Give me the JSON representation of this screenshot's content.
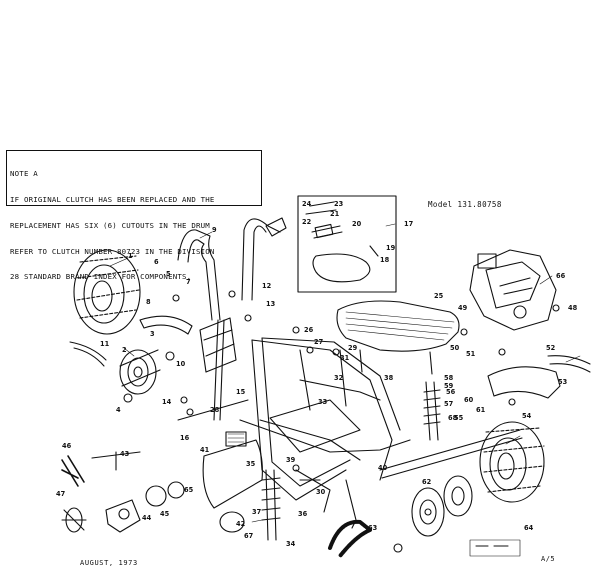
{
  "note": {
    "lines": [
      "NOTE A",
      "IF ORIGINAL CLUTCH HAS BEEN REPLACED AND THE",
      "REPLACEMENT HAS SIX (6) CUTOUTS IN THE DRUM",
      "REFER TO CLUTCH NUMBER 80723 IN THE DIVISION",
      "28 STANDARD BRAND INDEX FOR COMPONENTS."
    ]
  },
  "model_label": "Model 131.80758",
  "date_label": "AUGUST, 1973",
  "page_label": "A/5",
  "callouts": [
    "1",
    "2",
    "3",
    "4",
    "5",
    "6",
    "7",
    "8",
    "9",
    "10",
    "11",
    "12",
    "13",
    "14",
    "15",
    "16",
    "17",
    "18",
    "19",
    "20",
    "21",
    "22",
    "23",
    "24",
    "25",
    "26",
    "27",
    "28",
    "29",
    "30",
    "31",
    "32",
    "33",
    "34",
    "35",
    "36",
    "37",
    "38",
    "39",
    "40",
    "41",
    "42",
    "43",
    "44",
    "45",
    "46",
    "47",
    "48",
    "49",
    "50",
    "51",
    "52",
    "53",
    "54",
    "55",
    "56",
    "57",
    "58",
    "59",
    "60",
    "61",
    "62",
    "63",
    "64",
    "65",
    "66",
    "67",
    "68"
  ]
}
